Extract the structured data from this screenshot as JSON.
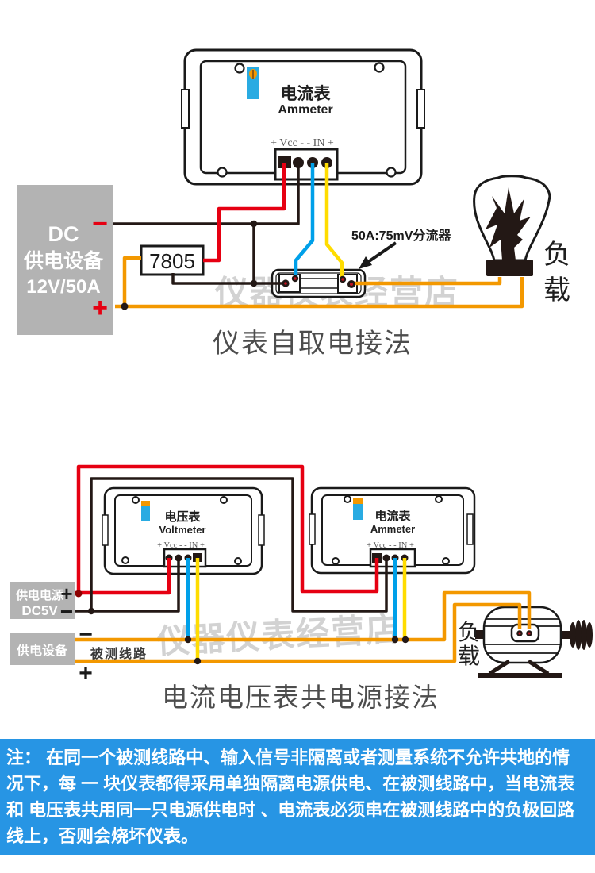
{
  "colors": {
    "wire_red": "#e60012",
    "wire_black": "#231815",
    "wire_blue": "#00a0e9",
    "wire_yellow": "#ffdc00",
    "wire_orange": "#f39800",
    "box_gray": "#b3b3b3",
    "trimmer_blue": "#29abe2",
    "note_bg": "#2795e4",
    "title_gray": "#4d4d4d"
  },
  "top": {
    "meter": {
      "cn": "电流表",
      "en": "Ammeter",
      "pins": "+ Vcc - - IN +"
    },
    "supply": {
      "l1": "DC",
      "l2": "供电设备",
      "l3": "12V/50A",
      "minus": "−",
      "plus": "+"
    },
    "regulator": "7805",
    "shunt_label": "50A:75mV分流器",
    "load": {
      "c1": "负",
      "c2": "载"
    },
    "watermark": "仪器仪表经营店",
    "title": "仪表自取电接法"
  },
  "bottom": {
    "voltmeter": {
      "cn": "电压表",
      "en": "Voltmeter",
      "pins": "+ Vcc - - IN +"
    },
    "ammeter": {
      "cn": "电流表",
      "en": "Ammeter",
      "pins": "+ Vcc - - IN +"
    },
    "supply5v": {
      "l1": "供电电源",
      "l2": "DC5V",
      "plus": "+",
      "minus": "−"
    },
    "device": {
      "l1": "供电设备",
      "minus": "−",
      "plus": "+"
    },
    "measured_line": "被测线路",
    "load": {
      "c1": "负",
      "c2": "载"
    },
    "watermark": "仪器仪表经营店",
    "title": "电流电压表共电源接法"
  },
  "note": {
    "lines": [
      "注：  在同一个被测线路中、输入信号非隔离或者测量系统不允许共地的情",
      "况下，每 一 块仪表都得采用单独隔离电源供电、在被测线路中，当电流表",
      "和 电压表共用同一只电源供电时 、电流表必须串在被测线路中的负极回路",
      "线上，否则会烧坏仪表。"
    ]
  }
}
